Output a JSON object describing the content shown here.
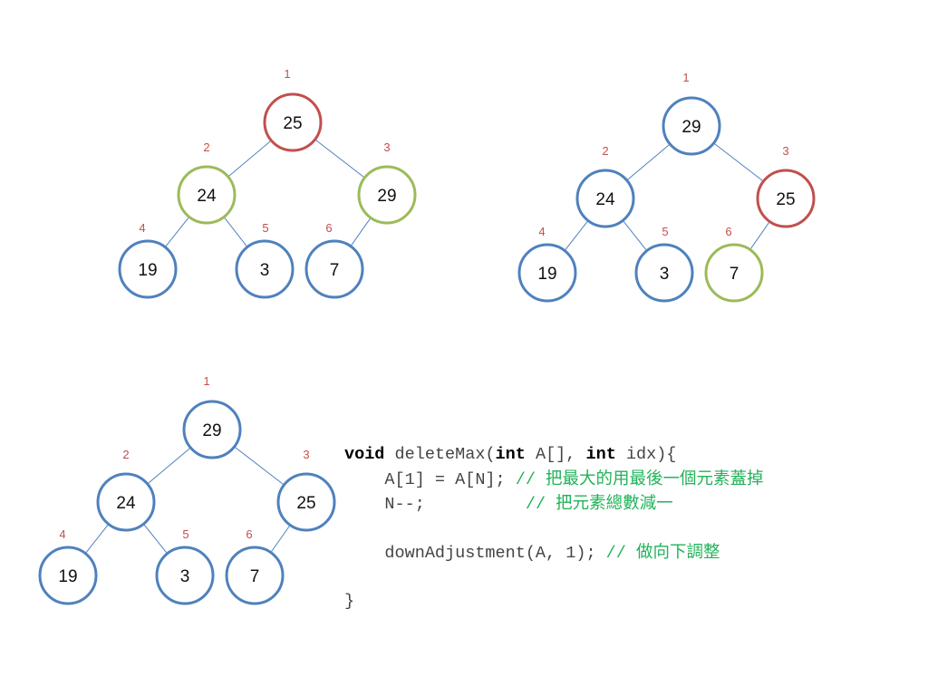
{
  "colors": {
    "blue": "#4f81bd",
    "red": "#c0504d",
    "green": "#9bbb59",
    "edge": "#4f81bd",
    "index": "#c0504d",
    "comment": "#22b35a"
  },
  "trees": [
    {
      "nodes": [
        {
          "idx": "1",
          "value": "25",
          "color": "red"
        },
        {
          "idx": "2",
          "value": "24",
          "color": "green"
        },
        {
          "idx": "3",
          "value": "29",
          "color": "green"
        },
        {
          "idx": "4",
          "value": "19",
          "color": "blue"
        },
        {
          "idx": "5",
          "value": "3",
          "color": "blue"
        },
        {
          "idx": "6",
          "value": "7",
          "color": "blue"
        }
      ]
    },
    {
      "nodes": [
        {
          "idx": "1",
          "value": "29",
          "color": "blue"
        },
        {
          "idx": "2",
          "value": "24",
          "color": "blue"
        },
        {
          "idx": "3",
          "value": "25",
          "color": "red"
        },
        {
          "idx": "4",
          "value": "19",
          "color": "blue"
        },
        {
          "idx": "5",
          "value": "3",
          "color": "blue"
        },
        {
          "idx": "6",
          "value": "7",
          "color": "green"
        }
      ]
    },
    {
      "nodes": [
        {
          "idx": "1",
          "value": "29",
          "color": "blue"
        },
        {
          "idx": "2",
          "value": "24",
          "color": "blue"
        },
        {
          "idx": "3",
          "value": "25",
          "color": "blue"
        },
        {
          "idx": "4",
          "value": "19",
          "color": "blue"
        },
        {
          "idx": "5",
          "value": "3",
          "color": "blue"
        },
        {
          "idx": "6",
          "value": "7",
          "color": "blue"
        }
      ]
    }
  ],
  "code": {
    "l1_kw_void": "void",
    "l1_a": " deleteMax(",
    "l1_kw_int1": "int",
    "l1_b": " A[], ",
    "l1_kw_int2": "int",
    "l1_c": " idx){",
    "l2_code": "    A[1] = A[N]; ",
    "l2_slash": "// ",
    "l2_comment": "把最大的用最後一個元素蓋掉",
    "l3_code": "    N--;          ",
    "l3_slash": "// ",
    "l3_comment": "把元素總數減一",
    "l4_code": "",
    "l5_code": "    downAdjustment(A, 1); ",
    "l5_slash": "// ",
    "l5_comment": "做向下調整",
    "l6_code": "",
    "l7_code": "}"
  }
}
